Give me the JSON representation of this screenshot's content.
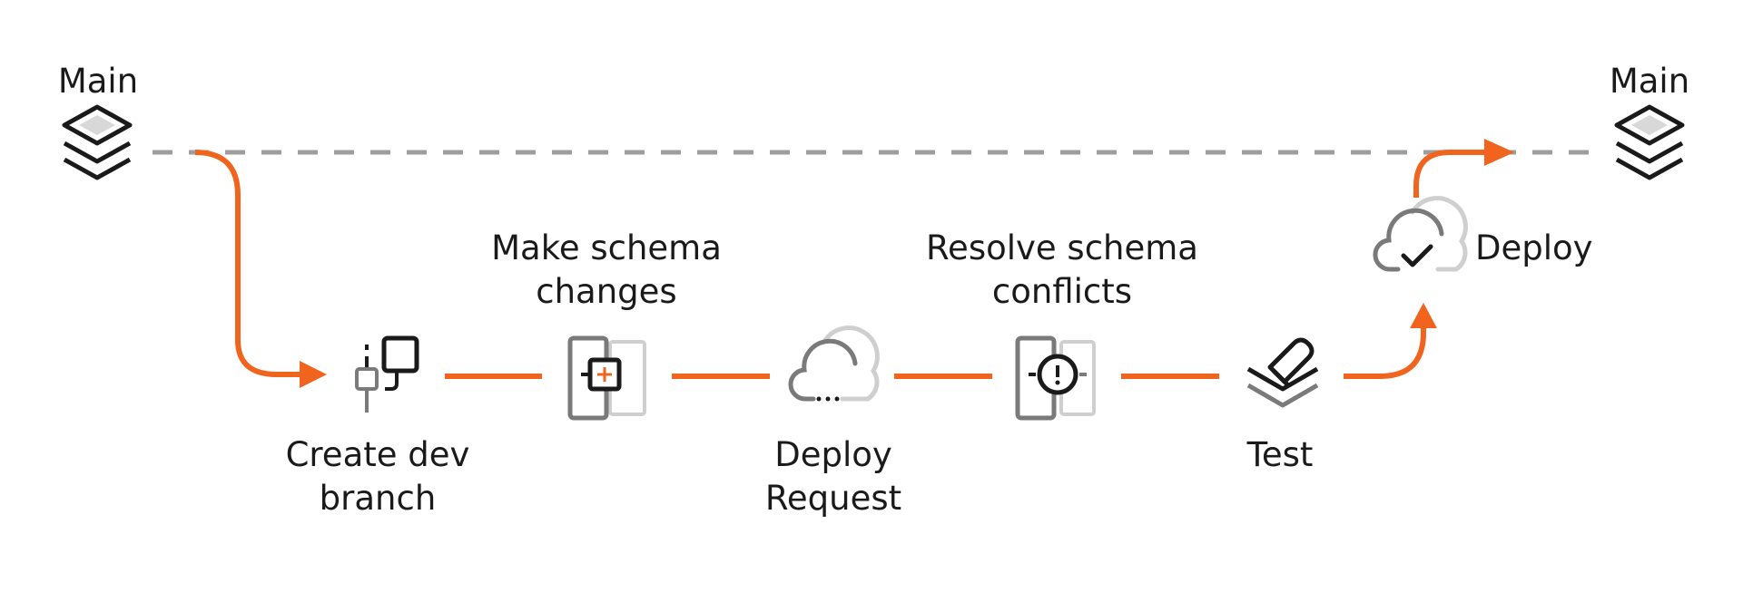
{
  "colors": {
    "accent": "#F0641E",
    "dashed_line": "#9E9E9E",
    "icon_dark": "#1A1A1A",
    "icon_gray": "#7A7A7A",
    "icon_light": "#CFCFCF",
    "text": "#1A1A1A"
  },
  "nodes": {
    "main_start": {
      "label": "Main",
      "icon": "layers-icon"
    },
    "main_end": {
      "label": "Main",
      "icon": "layers-icon"
    },
    "create_branch": {
      "lines": [
        "Create dev",
        "branch"
      ],
      "icon": "branch-icon"
    },
    "schema_changes": {
      "lines": [
        "Make schema",
        "changes"
      ],
      "icon": "schema-add-icon"
    },
    "deploy_request": {
      "lines": [
        "Deploy",
        "Request"
      ],
      "icon": "cloud-pending-icon"
    },
    "resolve_conflicts": {
      "lines": [
        "Resolve schema",
        "conflicts"
      ],
      "icon": "schema-alert-icon"
    },
    "test": {
      "label": "Test",
      "icon": "test-icon"
    },
    "deploy": {
      "label": "Deploy",
      "icon": "cloud-check-icon"
    }
  }
}
